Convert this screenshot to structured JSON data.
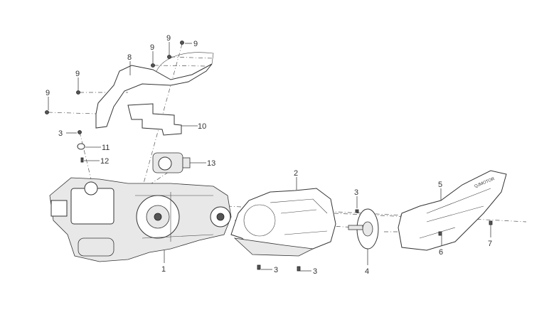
{
  "diagram": {
    "title": "Engine exploded view",
    "logo_text": "QJMOTOR",
    "callouts": [
      {
        "id": "c9a",
        "label": "9"
      },
      {
        "id": "c9b",
        "label": "9"
      },
      {
        "id": "c9c",
        "label": "9"
      },
      {
        "id": "c9d",
        "label": "9"
      },
      {
        "id": "c9e",
        "label": "9"
      },
      {
        "id": "c8",
        "label": "8"
      },
      {
        "id": "c10",
        "label": "10"
      },
      {
        "id": "c3a",
        "label": "3"
      },
      {
        "id": "c11",
        "label": "11"
      },
      {
        "id": "c12",
        "label": "12"
      },
      {
        "id": "c13",
        "label": "13"
      },
      {
        "id": "c1",
        "label": "1"
      },
      {
        "id": "c2",
        "label": "2"
      },
      {
        "id": "c3b",
        "label": "3"
      },
      {
        "id": "c3c",
        "label": "3"
      },
      {
        "id": "c3d",
        "label": "3"
      },
      {
        "id": "c4",
        "label": "4"
      },
      {
        "id": "c5",
        "label": "5"
      },
      {
        "id": "c6",
        "label": "6"
      },
      {
        "id": "c7",
        "label": "7"
      }
    ]
  }
}
